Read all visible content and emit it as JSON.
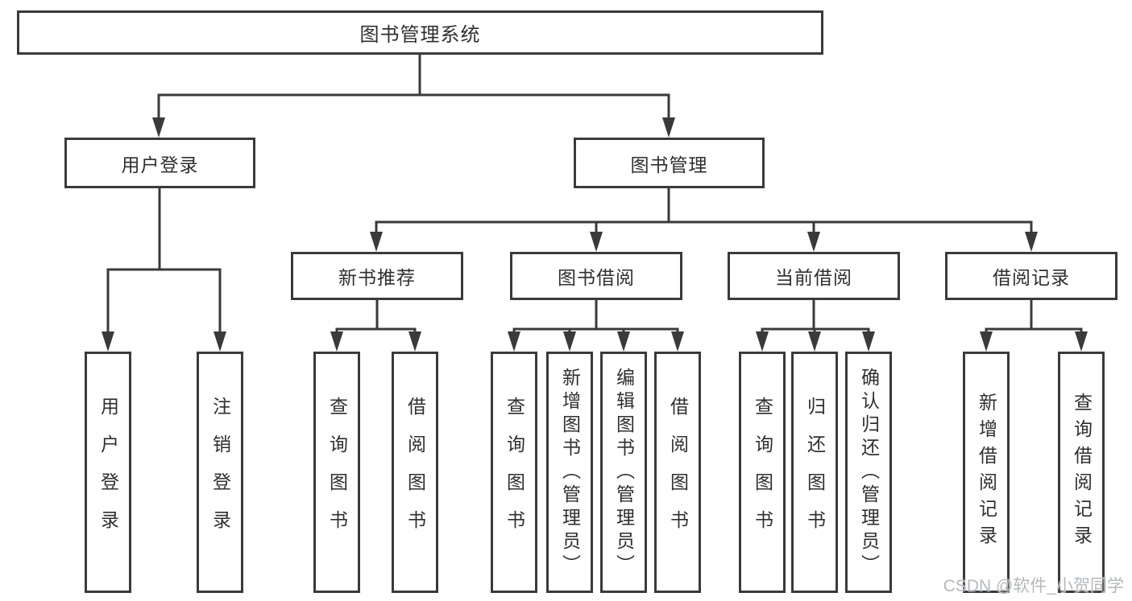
{
  "diagram_title": "图书管理系统",
  "tree": {
    "root": {
      "label": "图书管理系统"
    },
    "level2": [
      {
        "label": "用户登录"
      },
      {
        "label": "图书管理"
      }
    ],
    "level3": [
      {
        "label": "新书推荐",
        "parent": "图书管理"
      },
      {
        "label": "图书借阅",
        "parent": "图书管理"
      },
      {
        "label": "当前借阅",
        "parent": "图书管理"
      },
      {
        "label": "借阅记录",
        "parent": "图书管理"
      }
    ],
    "leaves": [
      {
        "label": "用户登录",
        "parent": "用户登录"
      },
      {
        "label": "注销登录",
        "parent": "用户登录"
      },
      {
        "label": "查询图书",
        "parent": "新书推荐"
      },
      {
        "label": "借阅图书",
        "parent": "新书推荐"
      },
      {
        "label": "查询图书",
        "parent": "图书借阅"
      },
      {
        "label": "新增图书（管理员）",
        "parent": "图书借阅"
      },
      {
        "label": "编辑图书（管理员）",
        "parent": "图书借阅"
      },
      {
        "label": "借阅图书",
        "parent": "图书借阅"
      },
      {
        "label": "查询图书",
        "parent": "当前借阅"
      },
      {
        "label": "归还图书",
        "parent": "当前借阅"
      },
      {
        "label": "确认归还（管理员）",
        "parent": "当前借阅"
      },
      {
        "label": "新增借阅记录",
        "parent": "借阅记录"
      },
      {
        "label": "查询借阅记录",
        "parent": "借阅记录"
      }
    ]
  },
  "watermark": {
    "text": "CSDN @软件_小贺同学"
  },
  "colors": {
    "line": "#3a3a3a",
    "box_border": "#3a3a3a",
    "box_fill": "#ffffff",
    "text": "#2f2f2f",
    "watermark": "#b4b8bc",
    "background": "#ffffff"
  }
}
